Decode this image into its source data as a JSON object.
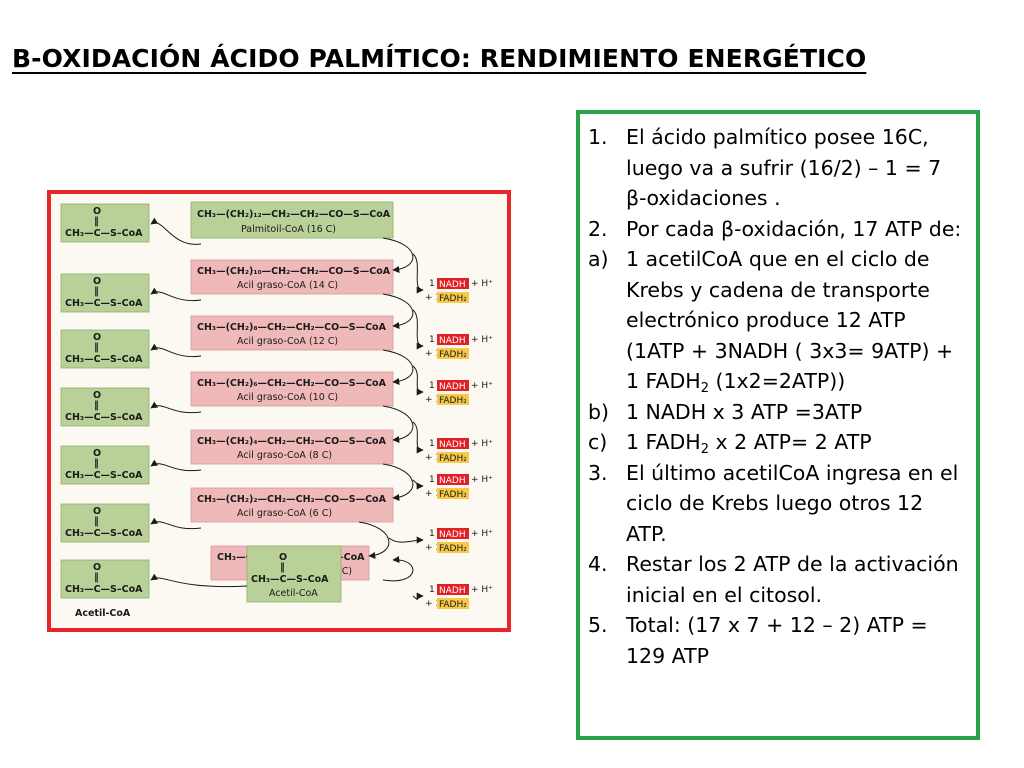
{
  "title": "Β-OXIDACIÓN ÁCIDO PALMÍTICO: RENDIMIENTO ENERGÉTICO",
  "colors": {
    "frame_red": "#e8262a",
    "frame_green": "#2ea04b",
    "green_box": "#b9d198",
    "pink_box": "#f0b9b9",
    "nadh_box": "#e31f26",
    "fadh_box": "#f7c948"
  },
  "diagram": {
    "left_label": {
      "o": "O",
      "formula": "CH₃—C—S–CoA",
      "bond": "‖"
    },
    "bottom_left_label": "Acetil-CoA",
    "top_box": {
      "formula": "CH₃—(CH₂)₁₂—CH₂—CH₂—CO—S—CoA",
      "name": "Palmitoil-CoA (16 C)"
    },
    "steps": [
      {
        "formula": "CH₃—(CH₂)₁₀—CH₂—CH₂—CO—S—CoA",
        "name": "Acil graso-CoA (14 C)"
      },
      {
        "formula": "CH₃—(CH₂)₈—CH₂—CH₂—CO—S—CoA",
        "name": "Acil graso-CoA (12 C)"
      },
      {
        "formula": "CH₃—(CH₂)₆—CH₂—CH₂—CO—S—CoA",
        "name": "Acil graso-CoA (10 C)"
      },
      {
        "formula": "CH₃—(CH₂)₄—CH₂—CH₂—CO—S—CoA",
        "name": "Acil graso-CoA (8 C)"
      },
      {
        "formula": "CH₃—(CH₂)₂—CH₂—CH₂—CO—S—CoA",
        "name": "Acil graso-CoA (6 C)"
      },
      {
        "formula": "CH₃—CH₂—CH₂—CO—S—CoA",
        "name": "Acil graso-CoA (4 C)"
      }
    ],
    "final_box": {
      "o": "O",
      "bond": "‖",
      "formula": "CH₃—C—S–CoA",
      "name": "Acetil-CoA"
    },
    "products": {
      "nadh_prefix": "1",
      "nadh": "NADH",
      "nadh_suffix": "+ H⁺",
      "fadh_prefix": "+ 1",
      "fadh": "FADH₂"
    }
  },
  "list": [
    {
      "marker": "1.",
      "text": "El ácido palmítico posee 16C, luego va a sufrir (16/2) – 1 = 7 β-oxidaciones ."
    },
    {
      "marker": "2.",
      "text": "Por cada β-oxidación, 17 ATP de:"
    },
    {
      "marker": "a)",
      "pre": "1 acetilCoA que en el ciclo de Krebs y cadena de transporte electrónico produce 12 ATP (1ATP + 3NADH ( 3x3= 9ATP) + 1 FADH",
      "sub": "2",
      "post": " (1x2=2ATP))"
    },
    {
      "marker": "b)",
      "text": "1 NADH x 3 ATP =3ATP"
    },
    {
      "marker": "c)",
      "pre": "1 FADH",
      "sub": "2",
      "post": " x 2 ATP= 2 ATP"
    },
    {
      "marker": "3.",
      "text": "El último acetilCoA ingresa en el ciclo de Krebs luego otros 12 ATP."
    },
    {
      "marker": "4.",
      "text": "Restar los 2 ATP de la activación inicial en el citosol."
    },
    {
      "marker": "5.",
      "text": "Total: (17 x 7 + 12 – 2) ATP = 129 ATP"
    }
  ]
}
